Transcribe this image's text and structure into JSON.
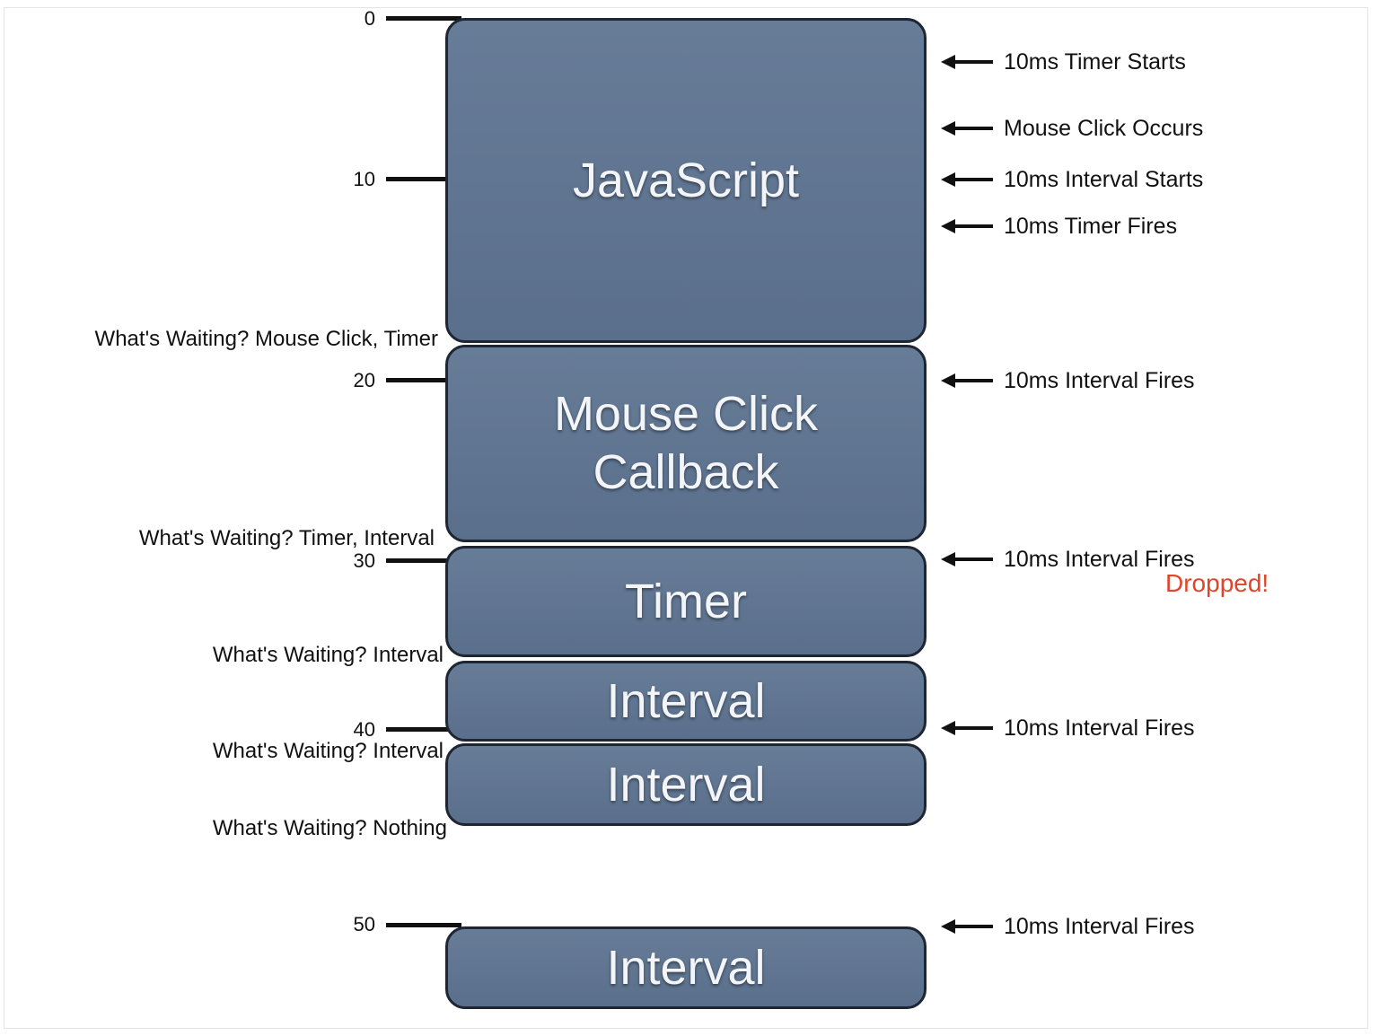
{
  "blocks": [
    {
      "lines": [
        "JavaScript"
      ]
    },
    {
      "lines": [
        "Mouse Click",
        "Callback"
      ]
    },
    {
      "lines": [
        "Timer"
      ]
    },
    {
      "lines": [
        "Interval"
      ]
    },
    {
      "lines": [
        "Interval"
      ]
    },
    {
      "lines": [
        "Interval"
      ]
    }
  ],
  "ticks": [
    "0",
    "10",
    "20",
    "30",
    "40",
    "50"
  ],
  "waiting": [
    "What's Waiting? Mouse Click, Timer",
    "What's Waiting? Timer, Interval",
    "What's Waiting? Interval",
    "What's Waiting? Interval",
    "What's Waiting? Nothing"
  ],
  "events": [
    "10ms Timer Starts",
    "Mouse Click Occurs",
    "10ms Interval Starts",
    "10ms Timer Fires",
    "10ms Interval Fires",
    "10ms Interval Fires",
    "10ms Interval Fires",
    "10ms Interval Fires"
  ],
  "dropped_label": "Dropped!",
  "colors": {
    "block_fill": "#5f7490",
    "block_border": "#1e2633",
    "dropped": "#e0452b"
  }
}
